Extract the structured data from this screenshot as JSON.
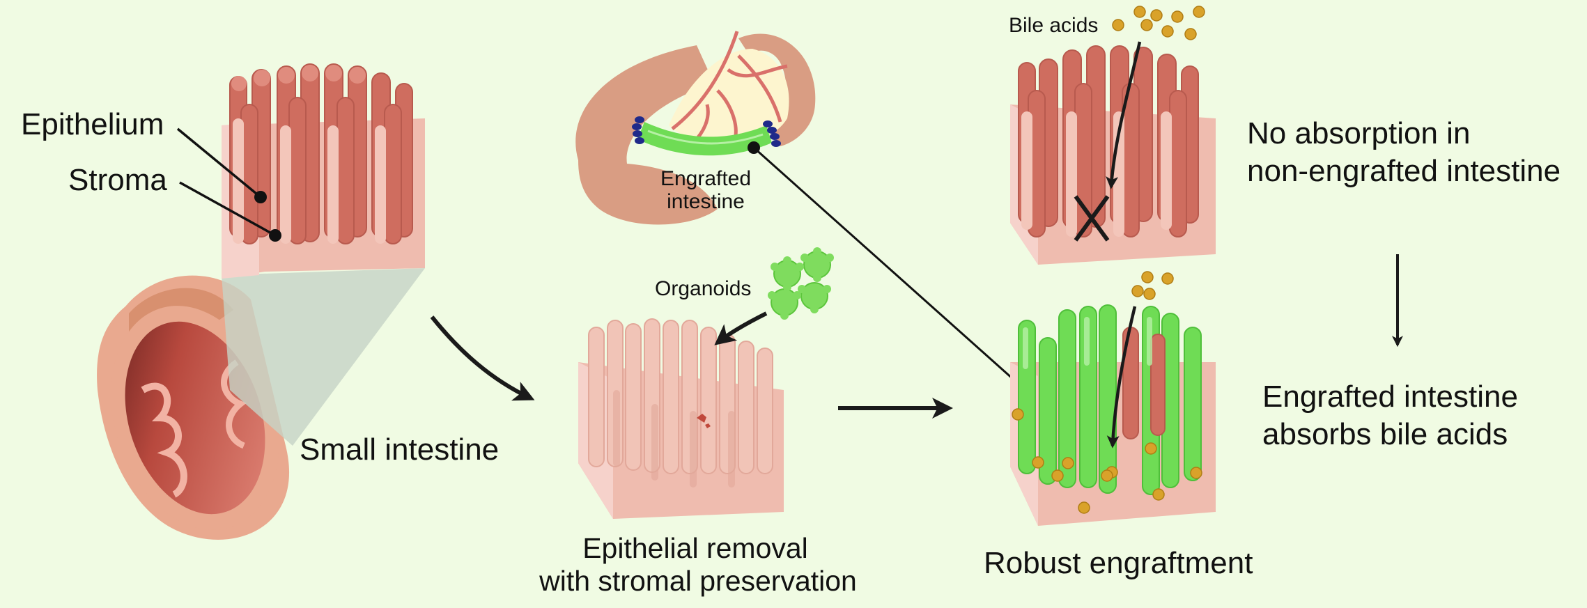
{
  "figure": {
    "title": "Intestinal epithelial replacement with organoids",
    "panels": {
      "native_tissue": {
        "labels": {
          "epithelium": "Epithelium",
          "stroma": "Stroma",
          "small_intestine": "Small intestine"
        }
      },
      "surgical_model": {
        "labels": {
          "engrafted_intestine_line1": "Engrafted",
          "engrafted_intestine_line2": "intestine"
        }
      },
      "decellularized": {
        "labels": {
          "organoids": "Organoids",
          "caption_line1": "Epithelial removal",
          "caption_line2": "with stromal preservation"
        }
      },
      "non_engrafted": {
        "labels": {
          "bile_acids": "Bile acids",
          "outcome_line1": "No absorption in",
          "outcome_line2": "non-engrafted intestine"
        }
      },
      "engrafted": {
        "labels": {
          "caption": "Robust engraftment",
          "outcome_line1": "Engrafted intestine",
          "outcome_line2": "absorbs bile acids"
        }
      }
    },
    "colors": {
      "background": "#f0fbe3",
      "stroma": "#efbcaf",
      "stroma_side": "#f6d2cb",
      "epithelium": "#cf6d5f",
      "epithelium_light": "#e08c7e",
      "engrafted_epithelium": "#5fd14d",
      "engrafted_light": "#9be88c",
      "bile_acid": "#d9a22a",
      "organoid": "#7fdc5e",
      "suture": "#1f2a8a",
      "mesentery": "#fdf5cf",
      "vessel": "#d9706a",
      "bowel": "#d99d83",
      "arrow": "#1a1a1a"
    }
  }
}
